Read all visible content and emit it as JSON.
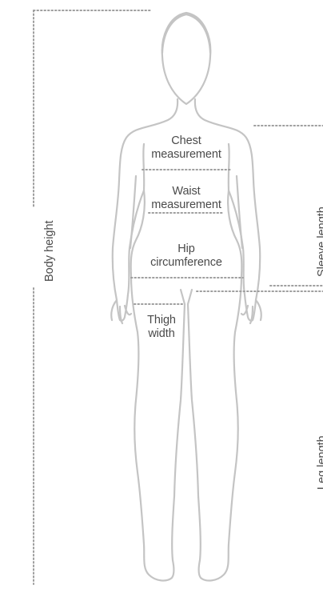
{
  "labels": {
    "body_height": "Body height",
    "chest_line1": "Chest",
    "chest_line2": "measurement",
    "waist_line1": "Waist",
    "waist_line2": "measurement",
    "hip_line1": "Hip",
    "hip_line2": "circumference",
    "thigh_line1": "Thigh",
    "thigh_line2": "width",
    "sleeve_length": "Sleeve length",
    "leg_length": "Leg length"
  },
  "colors": {
    "outline": "#c4c4c4",
    "dotted": "#9e9e9e",
    "text": "#4a4a4a",
    "background": "#ffffff"
  }
}
